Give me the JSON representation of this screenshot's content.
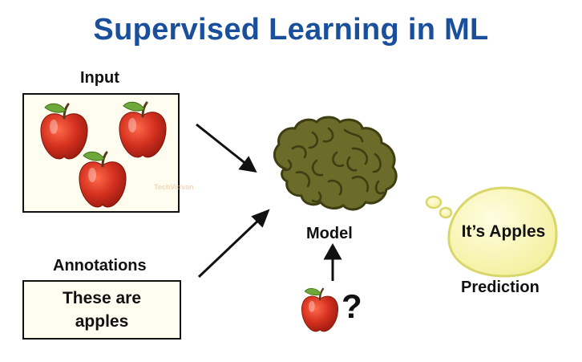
{
  "title": "Supervised Learning in ML",
  "labels": {
    "input": "Input",
    "annotations": "Annotations",
    "model": "Model",
    "prediction": "Prediction"
  },
  "annotation_box": {
    "line1": "These are",
    "line2": "apples"
  },
  "prediction_bubble": {
    "text": "It’s Apples"
  },
  "query": {
    "symbol": "?"
  },
  "watermark": "TechVidvan",
  "colors": {
    "title": "#1a4f9c",
    "apple": "#d4301f",
    "leaf": "#6fa83a",
    "brain": "#6b6b2a",
    "bubble_fill": "#fbf7b8",
    "bubble_stroke": "#d9d76a",
    "box_fill": "#fffdf0"
  },
  "icons": [
    "apple-icon",
    "brain-icon",
    "thought-bubble-icon",
    "arrow-icon"
  ]
}
